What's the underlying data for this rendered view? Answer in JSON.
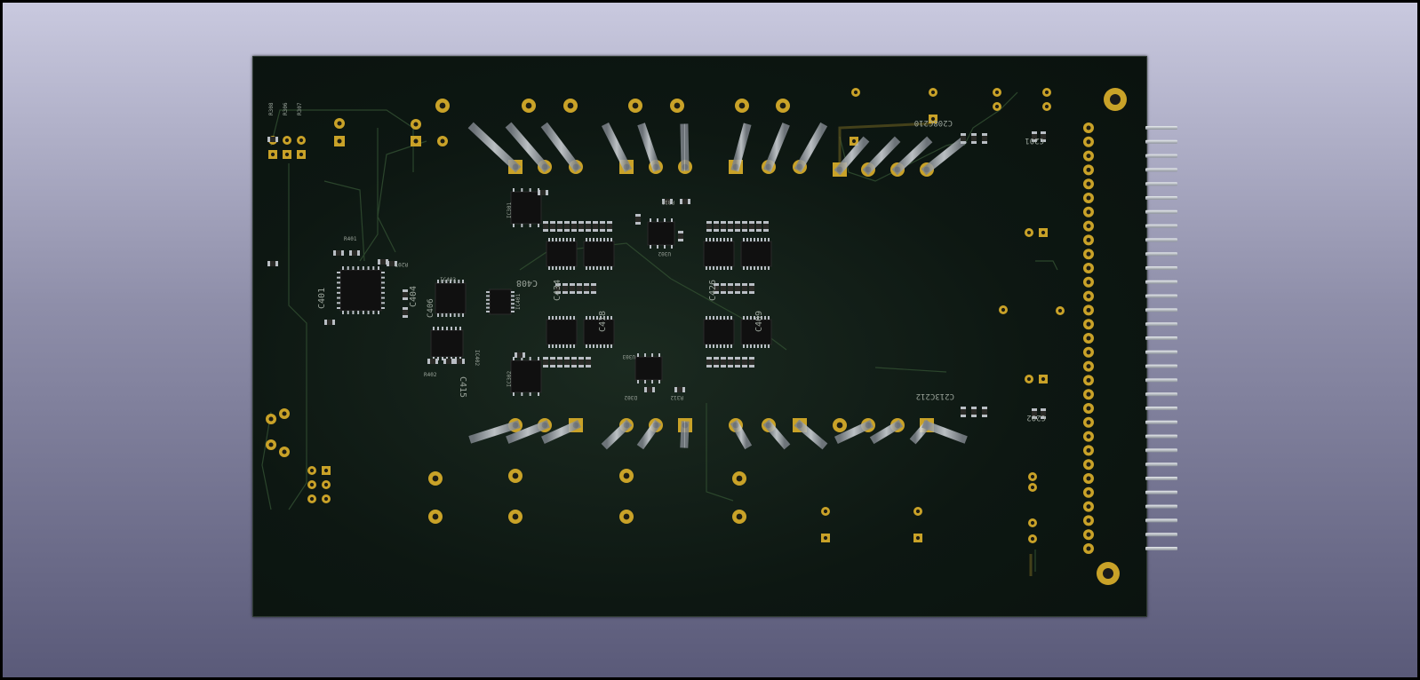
{
  "board": {
    "colors": {
      "background_top": "#c9c9df",
      "background_bottom": "#5a5a79",
      "soldermask": "#0d1712",
      "copper_pad": "#c9a228",
      "silkscreen": "#9aa39a",
      "pin_metal": "#b9bec4",
      "ic_body": "#101010"
    },
    "labels": {
      "c401": "C401",
      "c404": "C404",
      "c406": "C406",
      "c408": "C408",
      "c415": "C415",
      "c418": "C418",
      "c426": "C426",
      "c434": "C434",
      "c409": "C409",
      "c201": "C201",
      "c202": "C202",
      "c208c210": "C208C210",
      "c213c212": "C213C212",
      "ic301": "IC301",
      "ic302": "IC302",
      "ic401": "IC401",
      "ic402": "IC402",
      "ic403": "IC403",
      "u302": "U302",
      "u303": "U303",
      "r401": "R401",
      "r402": "R402",
      "r207": "R207",
      "r312": "R312",
      "r313": "R313",
      "d302": "D302",
      "r308": "R308",
      "r306": "R306",
      "r307": "R307"
    }
  }
}
